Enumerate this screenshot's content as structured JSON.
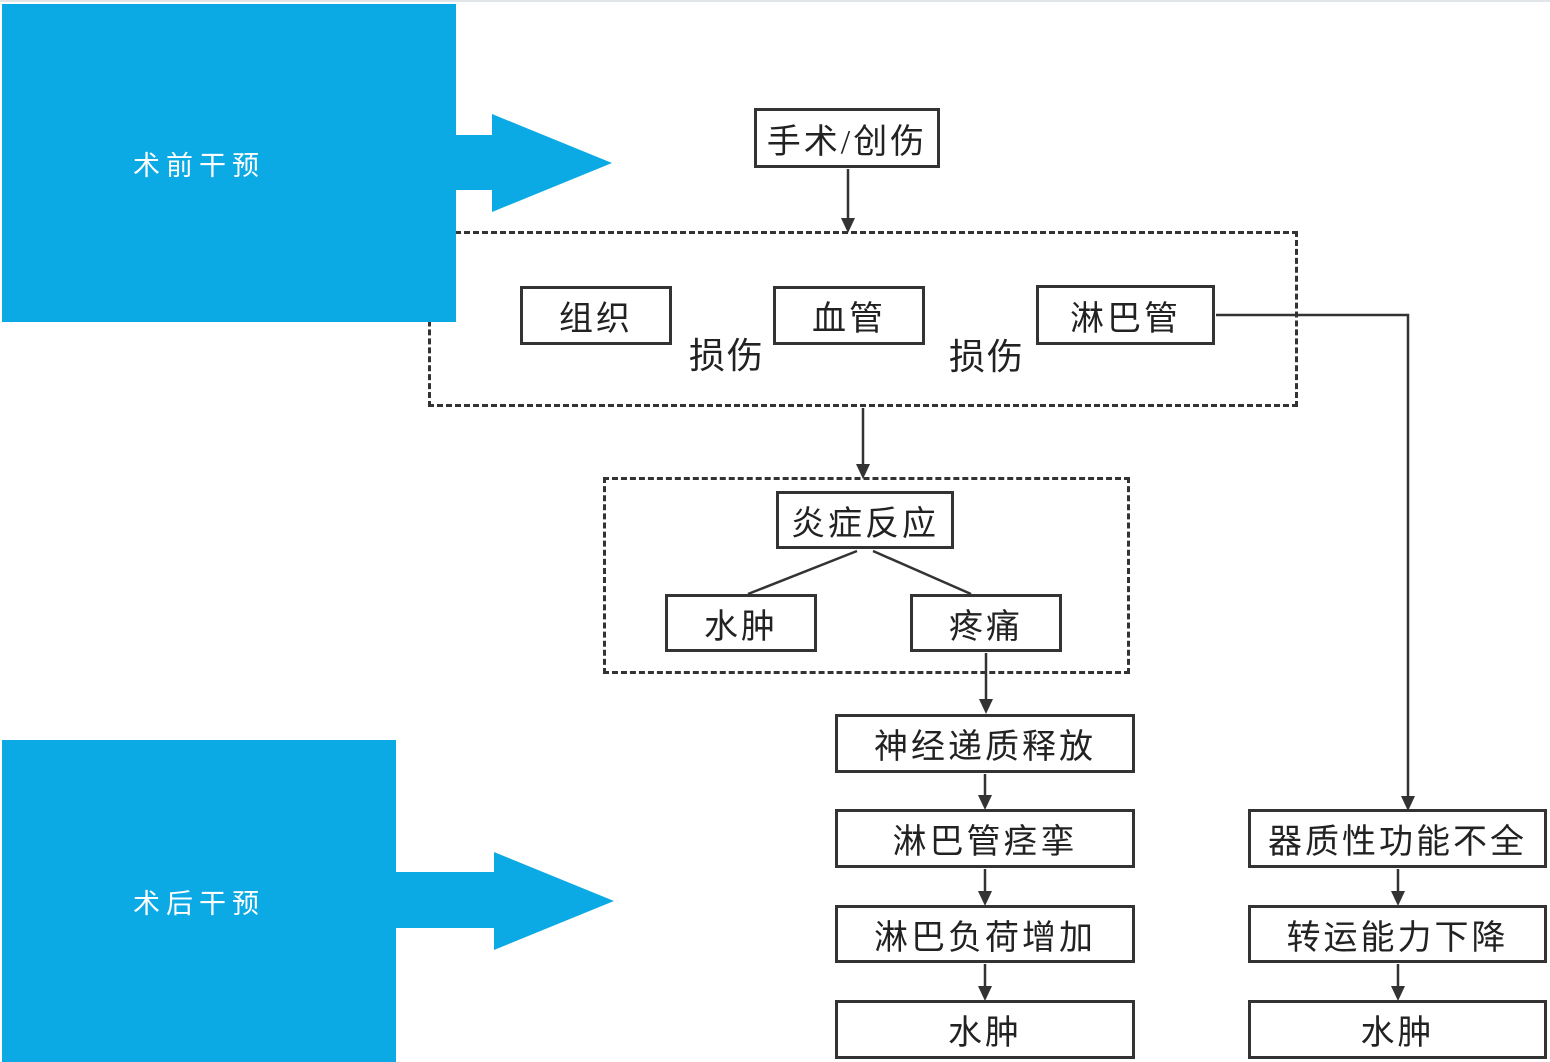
{
  "labels": {
    "preop": "术前干预",
    "postop": "术后干预",
    "injury_left": "损伤",
    "injury_right": "损伤"
  },
  "nodes": {
    "surgery": "手术/创伤",
    "tissue": "组织",
    "vessel": "血管",
    "lymphatic": "淋巴管",
    "inflammation": "炎症反应",
    "edema_inflammation": "水肿",
    "pain": "疼痛",
    "neurotransmitter_release": "神经递质释放",
    "lymphatic_spasm": "淋巴管痉挛",
    "lymphatic_load_increase": "淋巴负荷增加",
    "edema_middle": "水肿",
    "organic_dysfunction": "器质性功能不全",
    "transport_capacity_decline": "转运能力下降",
    "edema_right": "水肿"
  },
  "colors": {
    "accent": "#0caae4",
    "line": "#333333"
  }
}
